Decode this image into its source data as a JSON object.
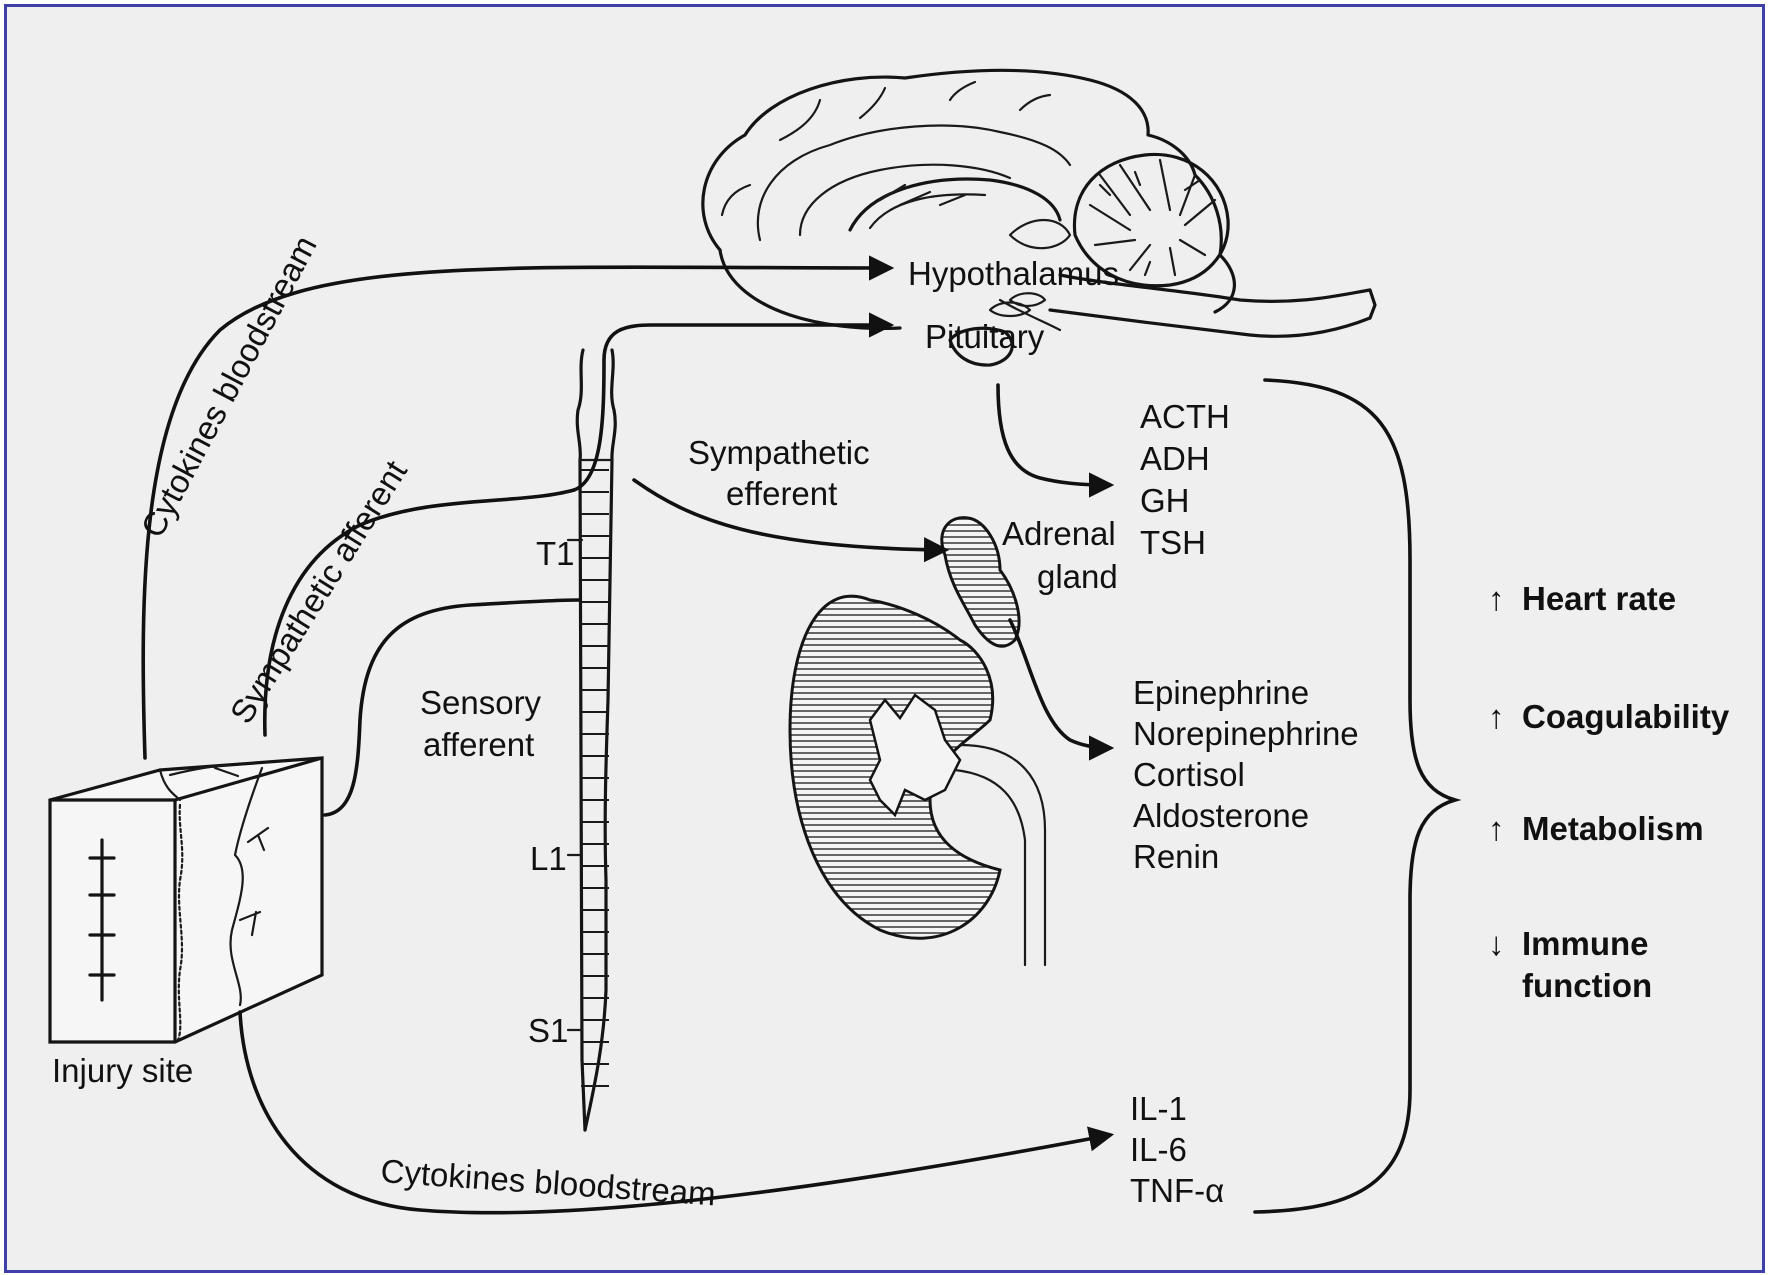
{
  "labels": {
    "hypothalamus": "Hypothalamus",
    "pituitary": "Pituitary",
    "cytokines_top": "Cytokines bloodstream",
    "cytokines_bottom": "Cytokines bloodstream",
    "sympathetic_afferent": "Sympathetic afferent",
    "sympathetic_efferent_1": "Sympathetic",
    "sympathetic_efferent_2": "efferent",
    "sensory_afferent_1": "Sensory",
    "sensory_afferent_2": "afferent",
    "adrenal_gland_1": "Adrenal",
    "adrenal_gland_2": "gland",
    "injury_site": "Injury site",
    "spine_t1": "T1",
    "spine_l1": "L1",
    "spine_s1": "S1"
  },
  "pituitary_hormones": [
    "ACTH",
    "ADH",
    "GH",
    "TSH"
  ],
  "adrenal_hormones": [
    "Epinephrine",
    "Norepinephrine",
    "Cortisol",
    "Aldosterone",
    "Renin"
  ],
  "cytokines": [
    "IL-1",
    "IL-6",
    "TNF-α"
  ],
  "effects": [
    {
      "arrow": "↑",
      "line1": "Heart rate",
      "line2": ""
    },
    {
      "arrow": "↑",
      "line1": "Coagulability",
      "line2": ""
    },
    {
      "arrow": "↑",
      "line1": "Metabolism",
      "line2": ""
    },
    {
      "arrow": "↓",
      "line1": "Immune",
      "line2": "function"
    }
  ],
  "colors": {
    "frame": "#3f3fa8",
    "background": "#efefef",
    "ink": "#141414"
  }
}
